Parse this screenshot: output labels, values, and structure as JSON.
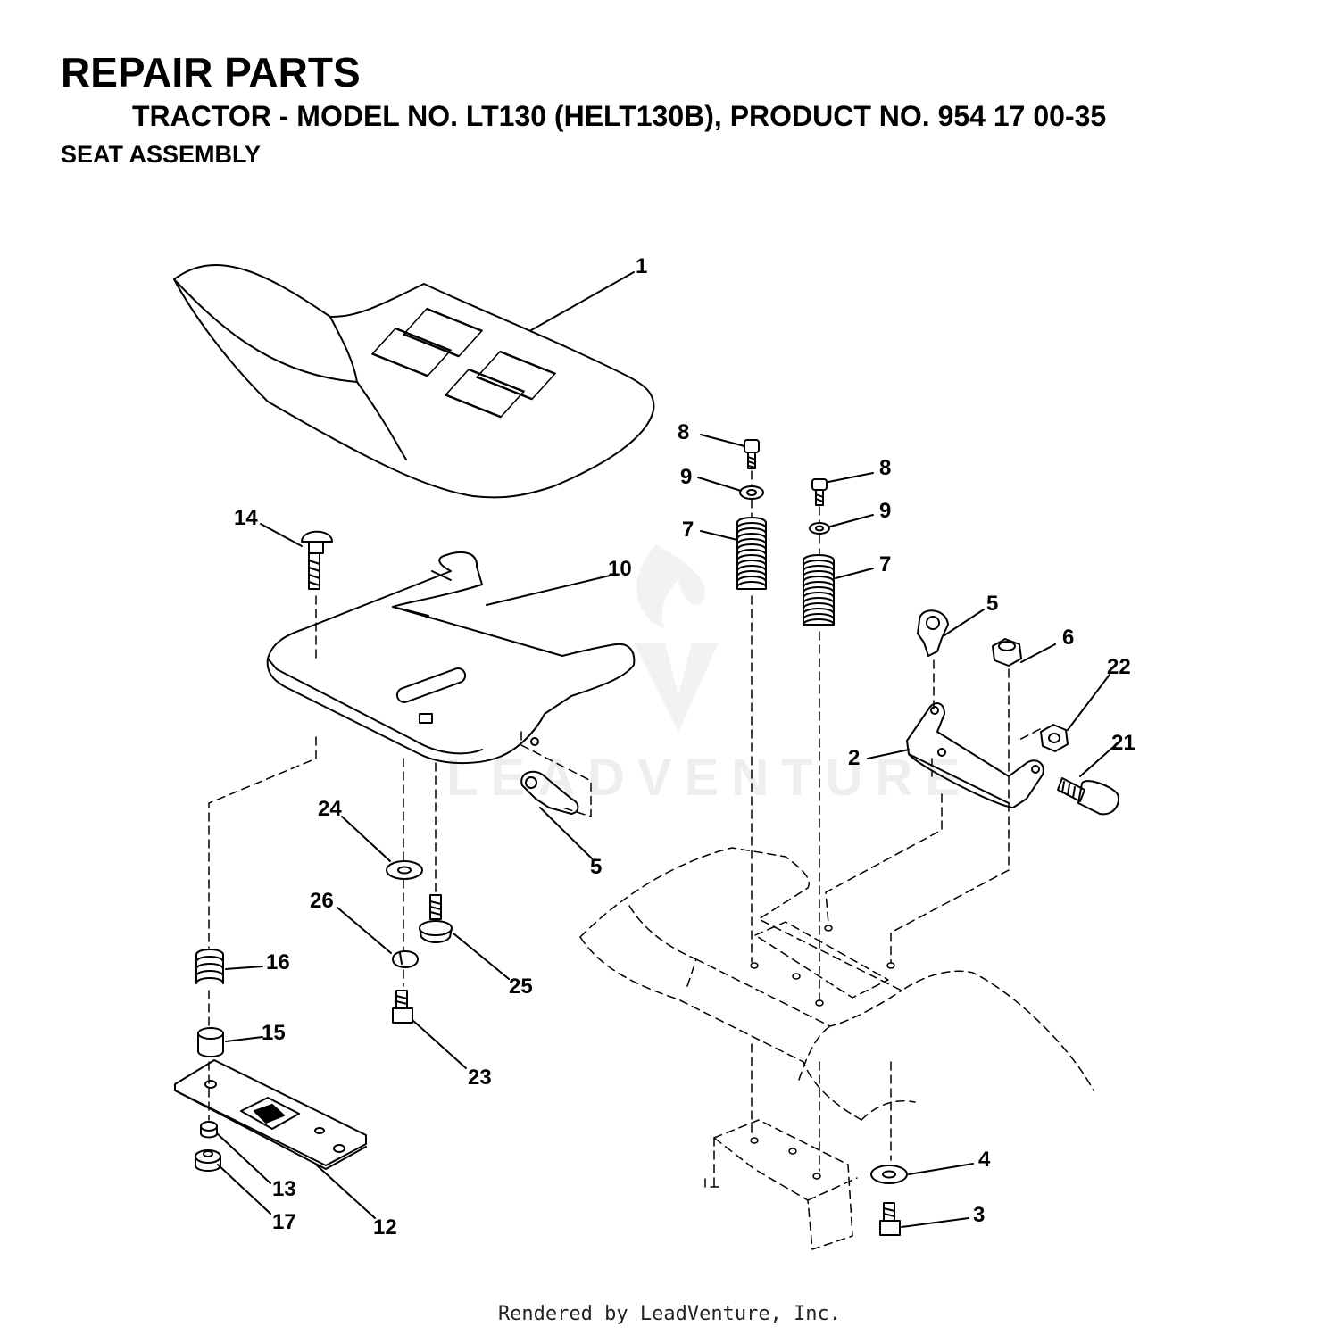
{
  "header": {
    "title": "REPAIR PARTS",
    "subtitle": "TRACTOR - MODEL NO. LT130 (HELT130B), PRODUCT NO. 954 17 00-35",
    "section": "SEAT ASSEMBLY"
  },
  "watermark": "LEADVENTURE",
  "footer": "Rendered by LeadVenture, Inc.",
  "callouts": [
    "1",
    "8",
    "9",
    "8",
    "9",
    "7",
    "7",
    "14",
    "10",
    "5",
    "6",
    "22",
    "2",
    "21",
    "5",
    "24",
    "26",
    "25",
    "16",
    "15",
    "23",
    "13",
    "17",
    "12",
    "4",
    "3"
  ]
}
